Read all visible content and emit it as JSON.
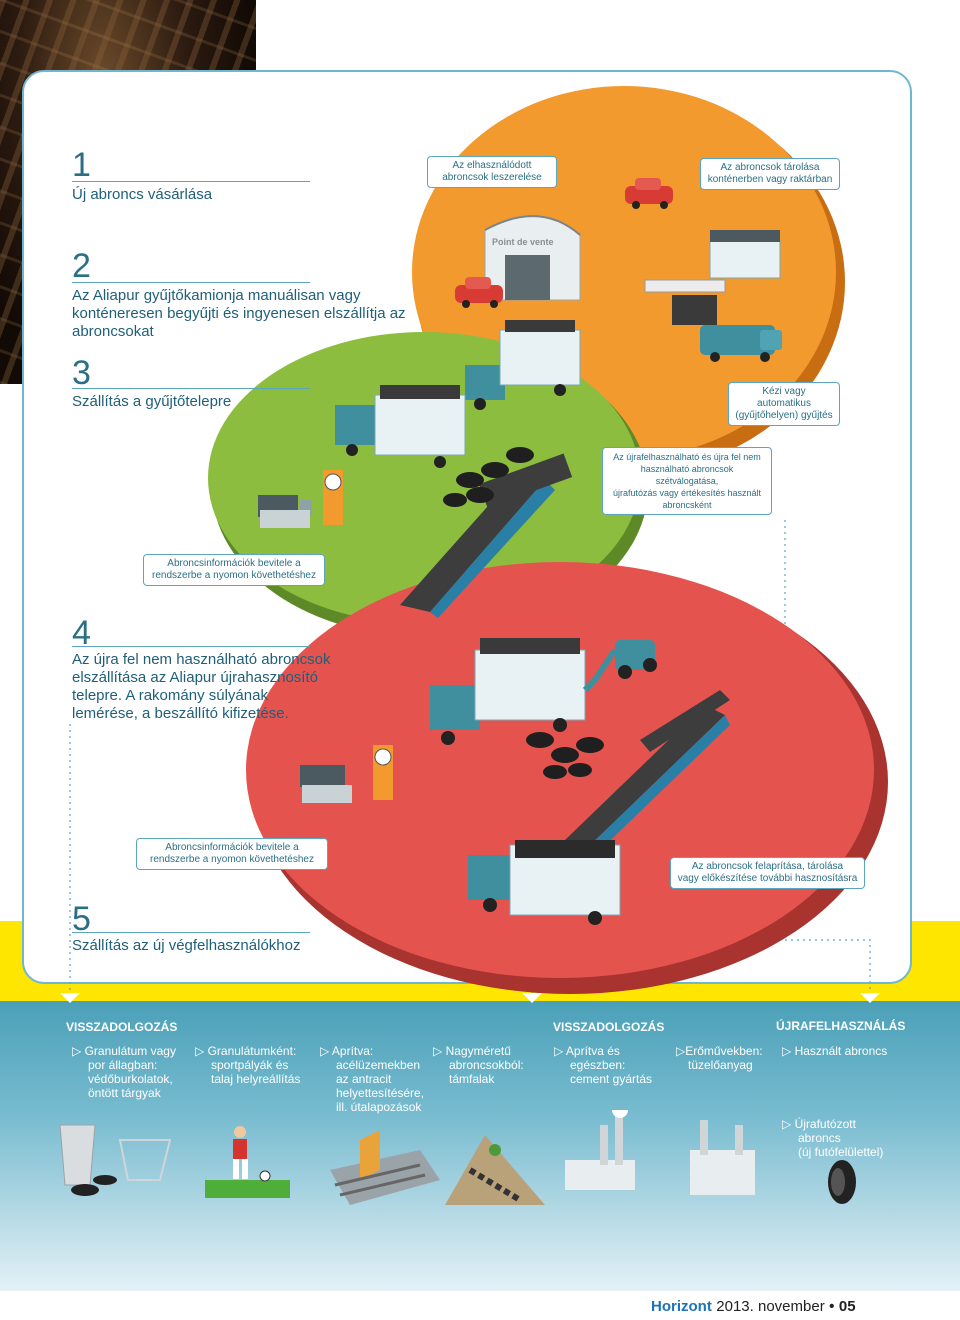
{
  "steps": [
    {
      "num": "1",
      "text": "Új abroncs vásárlása"
    },
    {
      "num": "2",
      "text_lines": [
        "Az Aliapur gyűjtőkamionja manuálisan vagy",
        "konténeresen begyűjti és ingyenesen elszállítja az",
        "abroncsokat"
      ]
    },
    {
      "num": "3",
      "text": "Szállítás a gyűjtőtelepre"
    },
    {
      "num": "4",
      "text_lines": [
        "Az újra fel nem használható abroncsok",
        "elszállítása az Aliapur újrahasznosító",
        "telepre. A rakomány súlyának",
        "lemérése, a beszállító kifizetése."
      ]
    },
    {
      "num": "5",
      "text": "Szállítás az új végfelhasználókhoz"
    }
  ],
  "boxes": {
    "leszerelese": [
      "Az elhasználódott",
      "abroncsok leszerelése"
    ],
    "tarolasa": [
      "Az abroncsok tárolása",
      "konténerben vagy raktárban"
    ],
    "kezi": [
      "Kézi vagy automatikus",
      "(gyűjtőhelyen) gyűjtés"
    ],
    "szetvalogatas": [
      "Az újrafelhasználható és újra fel nem",
      "használható abroncsok szétválogatása,",
      "újrafutózás vagy értékesítés használt",
      "abroncsként"
    ],
    "info1": [
      "Abroncsinformációk bevitele a",
      "rendszerbe a nyomon követhetéshez"
    ],
    "info2": [
      "Abroncsinformációk bevitele a",
      "rendszerbe a nyomon követhetéshez"
    ],
    "feldolgozas": [
      "Az abroncsok felaprítása, tárolása",
      "vagy előkészítése további hasznosításra"
    ]
  },
  "illustration": {
    "sign": "Point de vente"
  },
  "categories": {
    "cat1": "VISSZADOLGOZÁS",
    "cat2": "VISSZADOLGOZÁS",
    "cat3": "ÚJRAFELHASZNÁLÁS"
  },
  "items": [
    [
      "Granulátum vagy",
      "por állagban:",
      "védőburkolatok,",
      "öntött tárgyak"
    ],
    [
      "Granulátumként:",
      "sportpályák és",
      "talaj helyreállítás"
    ],
    [
      "Aprítva:",
      "acélüzemekben",
      "az antracit",
      "helyettesítésére,",
      "ill. útalapozások"
    ],
    [
      "Nagyméretű",
      "abroncsokból:",
      "támfalak"
    ],
    [
      "Aprítva és",
      "egészben:",
      "cement gyártás"
    ],
    [
      "Erőművekben:",
      "tüzelőanyag"
    ],
    [
      "Használt abroncs"
    ],
    [
      "Újrafutózott",
      "abroncs",
      "(új futófelülettel)"
    ]
  ],
  "footer": {
    "brand": "Horizont",
    "date": "2013. november",
    "bullet": "•",
    "page": "05"
  },
  "colors": {
    "orange": "#f29a2e",
    "green": "#8cbd3f",
    "red": "#e5534f",
    "teal": "#3f8f9f",
    "accent": "#2a6f86",
    "yellow": "#ffe600"
  }
}
